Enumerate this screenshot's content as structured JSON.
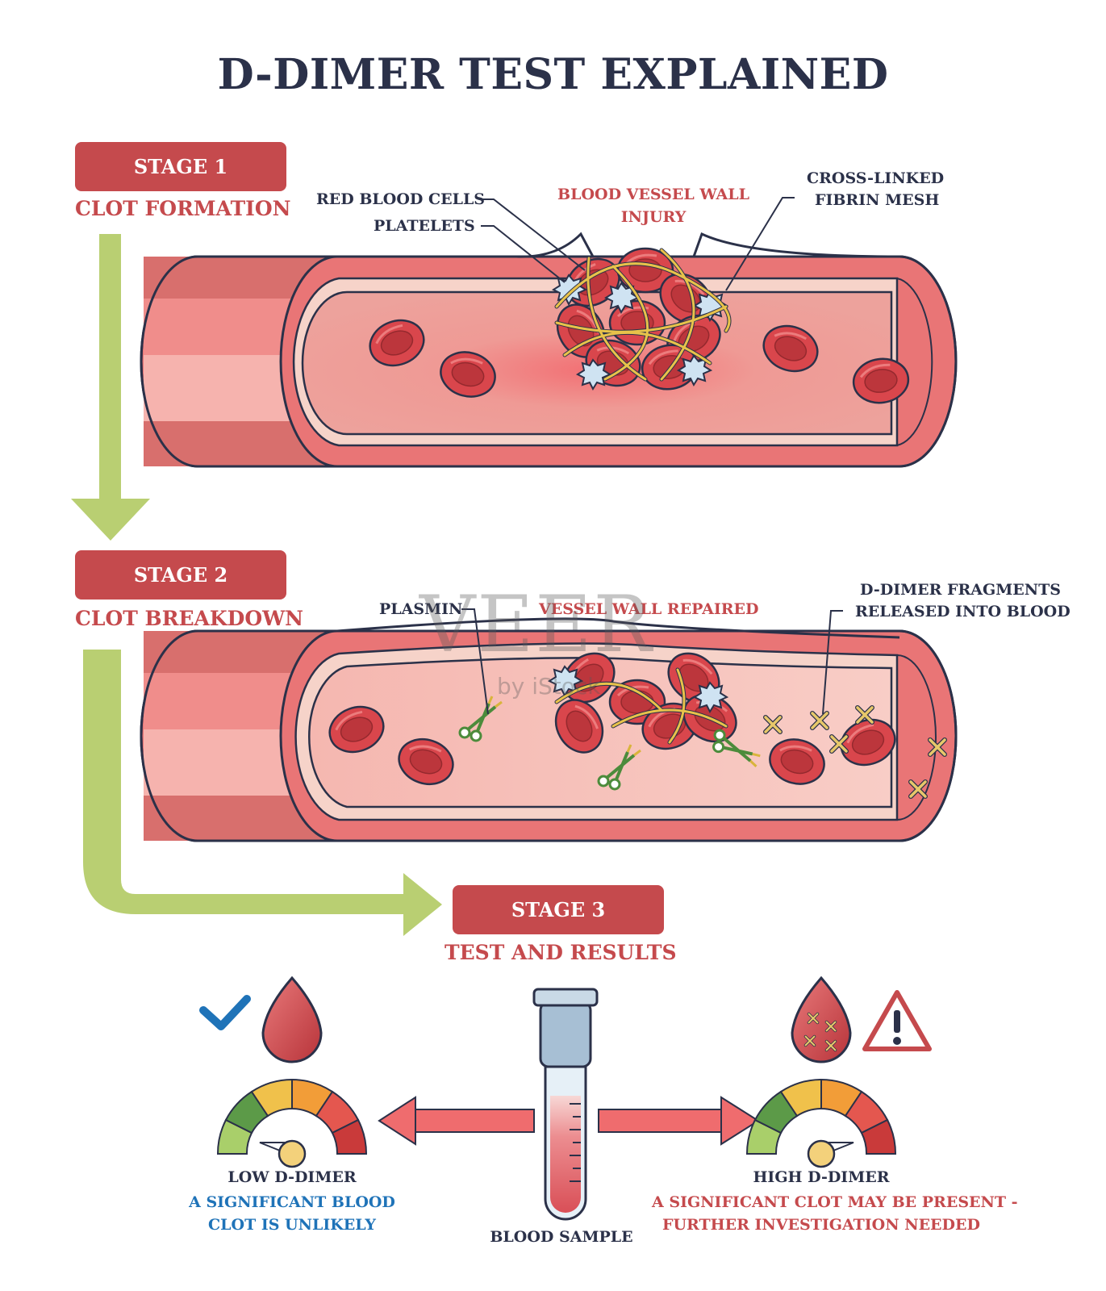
{
  "title": "D-DIMER TEST EXPLAINED",
  "stages": [
    {
      "badge": "STAGE 1",
      "subtitle": "CLOT FORMATION"
    },
    {
      "badge": "STAGE 2",
      "subtitle": "CLOT BREAKDOWN"
    },
    {
      "badge": "STAGE 3",
      "subtitle": "TEST AND RESULTS"
    }
  ],
  "stage1_labels": {
    "red_blood_cells": "RED BLOOD CELLS",
    "platelets": "PLATELETS",
    "injury_line1": "BLOOD VESSEL WALL",
    "injury_line2": "INJURY",
    "fibrin_line1": "CROSS-LINKED",
    "fibrin_line2": "FIBRIN MESH"
  },
  "stage2_labels": {
    "plasmin": "PLASMIN",
    "repaired": "VESSEL WALL REPAIRED",
    "fragments_line1": "D-DIMER FRAGMENTS",
    "fragments_line2": "RELEASED INTO BLOOD"
  },
  "results": {
    "low_title": "LOW D-DIMER",
    "low_line1": "A SIGNIFICANT BLOOD",
    "low_line2": "CLOT IS UNLIKELY",
    "sample": "BLOOD SAMPLE",
    "high_title": "HIGH D-DIMER",
    "high_line1": "A SIGNIFICANT CLOT MAY BE PRESENT -",
    "high_line2": "FURTHER INVESTIGATION NEEDED"
  },
  "watermark": {
    "brand": "VEER",
    "sub": "by iStock"
  },
  "colors": {
    "navy": "#2b3149",
    "accent_red": "#c54a4d",
    "arrow_green": "#b9cf72",
    "blue": "#1f73b8"
  }
}
